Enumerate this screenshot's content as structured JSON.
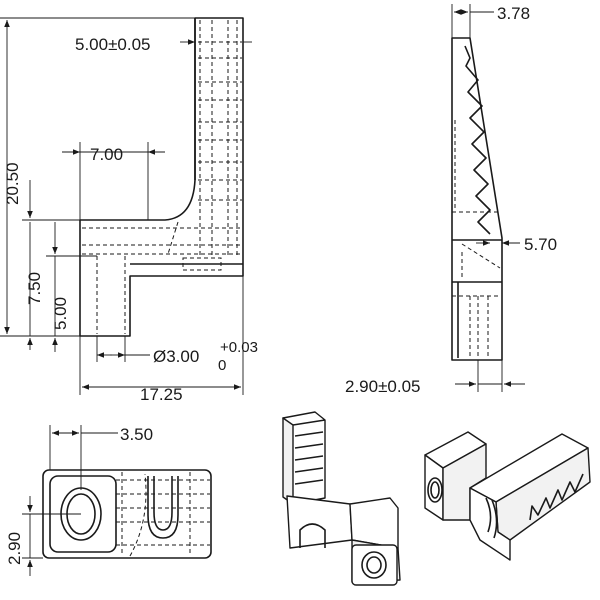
{
  "dimensions": {
    "wall_thickness": "5.00±0.05",
    "total_height": "20.50",
    "slot_width": "7.00",
    "lower_height": "7.50",
    "boss_height": "5.00",
    "hole_diameter": "Ø3.00",
    "tolerance_upper": "+0.03",
    "tolerance_lower": "0",
    "total_width": "17.25",
    "side_thickness": "3.78",
    "tooth_depth": "5.70",
    "side_width": "2.90±0.05",
    "bottom_offset": "3.50",
    "bottom_height": "2.90"
  }
}
